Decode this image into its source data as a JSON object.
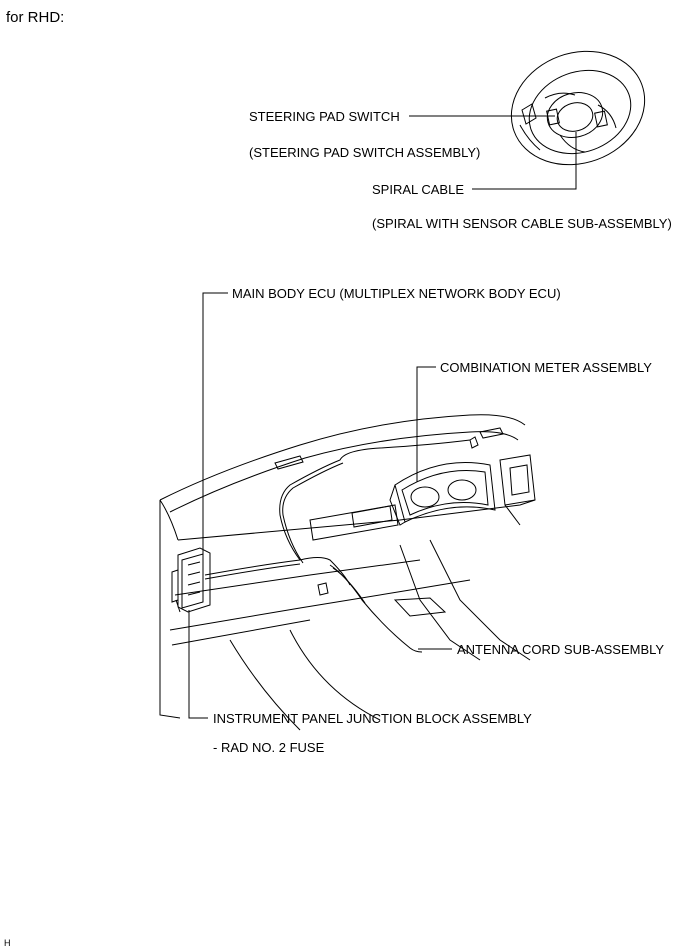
{
  "header": {
    "variant": "for RHD:"
  },
  "labels": {
    "steering_pad_switch": "STEERING PAD SWITCH",
    "steering_pad_switch_assembly": "(STEERING PAD SWITCH ASSEMBLY)",
    "spiral_cable": "SPIRAL CABLE",
    "spiral_cable_assembly": "(SPIRAL WITH SENSOR CABLE SUB-ASSEMBLY)",
    "main_body_ecu": "MAIN BODY ECU (MULTIPLEX NETWORK BODY ECU)",
    "combination_meter": "COMBINATION METER ASSEMBLY",
    "antenna_cord": "ANTENNA CORD SUB-ASSEMBLY",
    "junction_block": "INSTRUMENT PANEL JUNCTION BLOCK ASSEMBLY",
    "fuse": "- RAD NO. 2 FUSE"
  },
  "footer": {
    "code": "H"
  }
}
